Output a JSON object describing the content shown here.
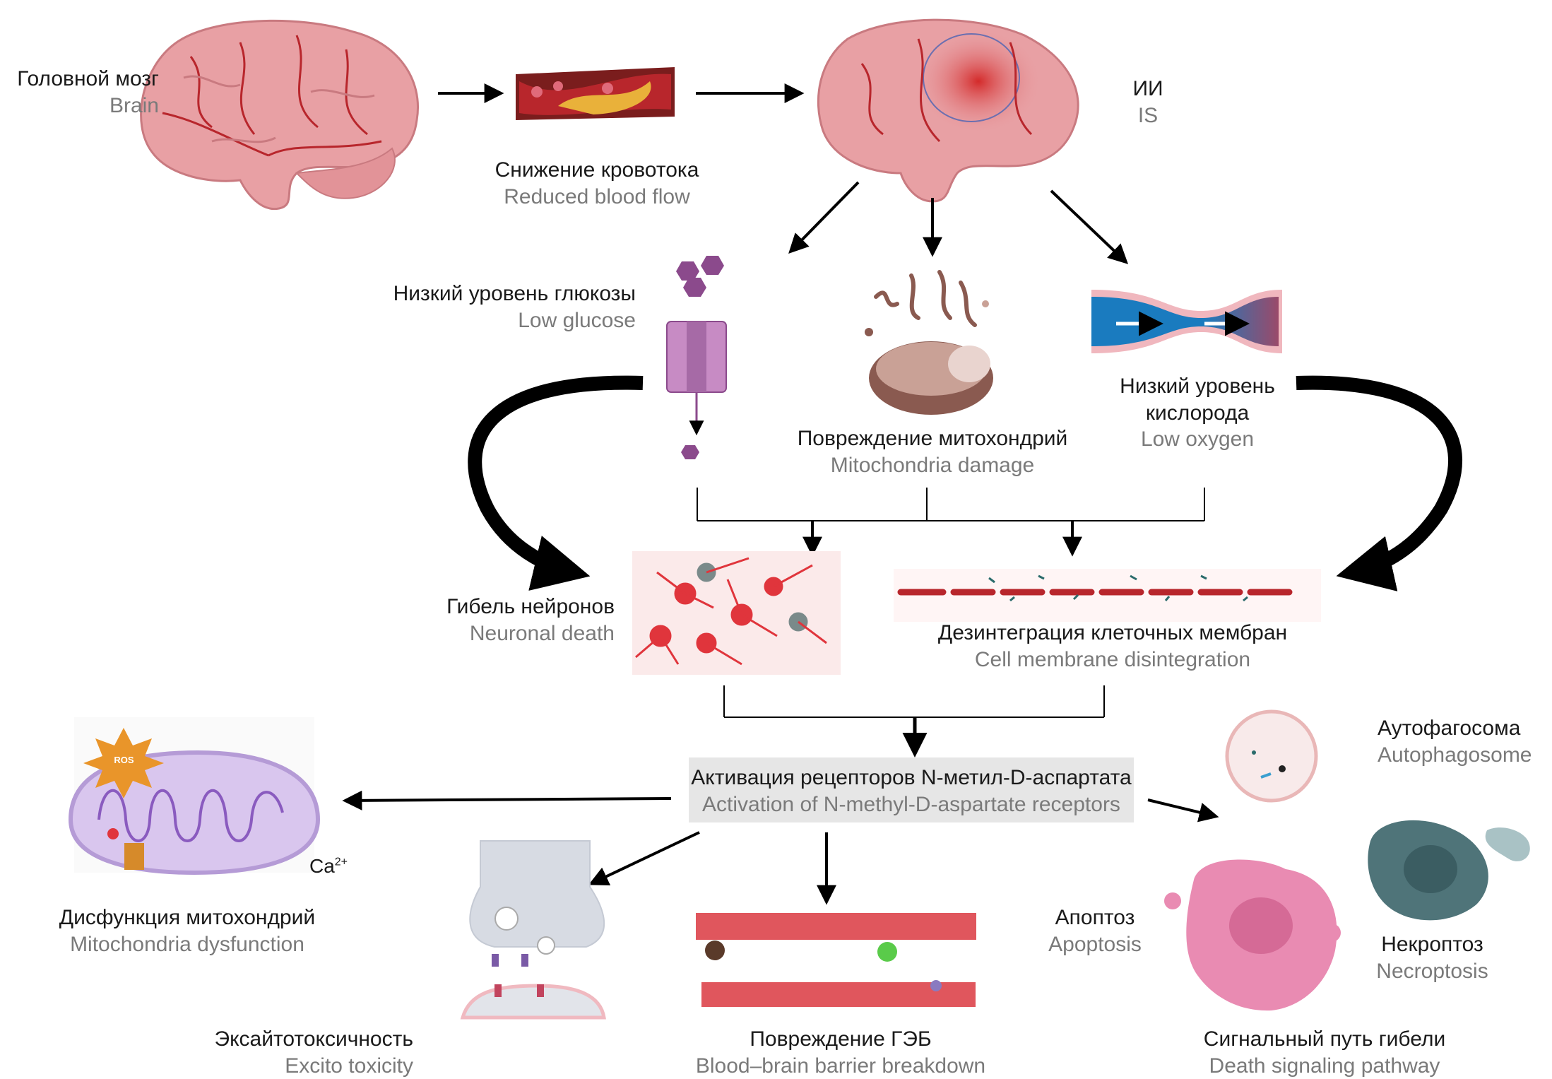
{
  "colors": {
    "brain": "#e8a0a4",
    "brain_vessel": "#b8262c",
    "artery_wall": "#7a1d1d",
    "plaque": "#e9b13a",
    "ischemia": "#d9413f",
    "neuron_red": "#e0353c",
    "glucose": "#8b4a8c",
    "mito": "#8a5a50",
    "mito_purple": "#b59bd6",
    "vessel_blue": "#1a7bbf",
    "apoptosis": "#e98bb2",
    "necroptosis": "#4f7479",
    "arrow": "#000000",
    "box": "#e6e6e6"
  },
  "nodes": {
    "brain": {
      "ru": "Головной мозг",
      "en": "Brain"
    },
    "blood_flow": {
      "ru": "Снижение кровотока",
      "en": "Reduced blood flow"
    },
    "is": {
      "ru": "ИИ",
      "en": "IS"
    },
    "glucose": {
      "ru": "Низкий уровень глюкозы",
      "en": "Low glucose"
    },
    "mito_damage": {
      "ru": "Повреждение митохондрий",
      "en": "Mitochondria damage"
    },
    "oxygen": {
      "ru_1": "Низкий уровень",
      "ru_2": "кислорода",
      "en": "Low oxygen"
    },
    "neuronal_death": {
      "ru": "Гибель нейронов",
      "en": "Neuronal death"
    },
    "membrane": {
      "ru": "Дезинтеграция клеточных мембран",
      "en": "Cell membrane disintegration"
    },
    "nmda": {
      "ru": "Активация рецепторов N-метил-D-аспартата",
      "en": "Activation of N-methyl-D-aspartate receptors"
    },
    "mito_dysfunction": {
      "ru": "Дисфункция митохондрий",
      "en": "Mitochondria dysfunction"
    },
    "ros": "ROS",
    "ca": "Ca",
    "ca_sup": "2+",
    "excito": {
      "ru": "Эксайтотоксичность",
      "en": "Excito toxicity"
    },
    "bbb": {
      "ru": "Повреждение ГЭБ",
      "en": "Blood–brain barrier breakdown"
    },
    "death": {
      "ru": "Сигнальный путь гибели",
      "en": "Death signaling pathway"
    },
    "autophagosome": {
      "ru": "Аутофагосома",
      "en": "Autophagosome"
    },
    "apoptosis": {
      "ru": "Апоптоз",
      "en": "Apoptosis"
    },
    "necroptosis": {
      "ru": "Некроптоз",
      "en": "Necroptosis"
    }
  }
}
